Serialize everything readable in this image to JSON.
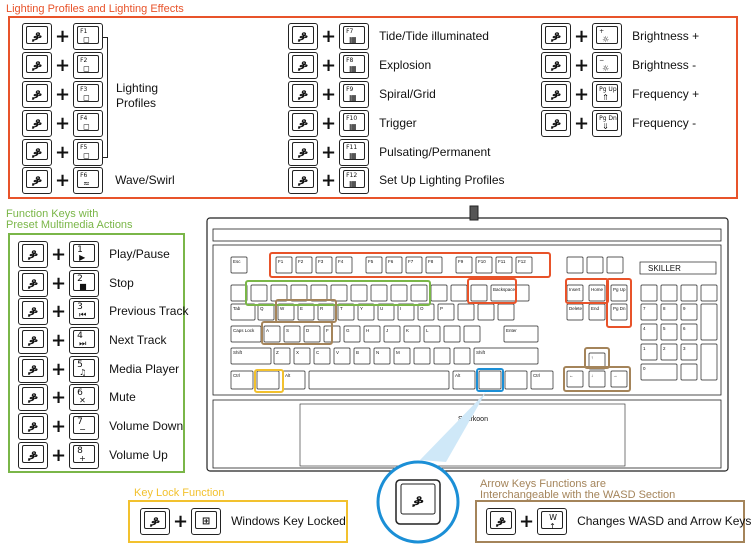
{
  "lighting": {
    "title": "Lighting Profiles and Lighting Effects",
    "profile_keys": [
      "F1",
      "F2",
      "F3",
      "F4",
      "F5"
    ],
    "profiles_label_1": "Lighting",
    "profiles_label_2": "Profiles",
    "wave_key": "F6",
    "wave_label": "Wave/Swirl",
    "effects": [
      {
        "key": "F7",
        "label": "Tide/Tide illuminated"
      },
      {
        "key": "F8",
        "label": "Explosion"
      },
      {
        "key": "F9",
        "label": "Spiral/Grid"
      },
      {
        "key": "F10",
        "label": "Trigger"
      },
      {
        "key": "F11",
        "label": "Pulsating/Permanent"
      },
      {
        "key": "F12",
        "label": "Set Up Lighting Profiles"
      }
    ],
    "adjust": [
      {
        "key": "+",
        "label": "Brightness +"
      },
      {
        "key": "−",
        "label": "Brightness -"
      },
      {
        "key": "Pg Up",
        "label": "Frequency +"
      },
      {
        "key": "Pg Dn",
        "label": "Frequency -"
      }
    ]
  },
  "function_keys": {
    "title_line1": "Function Keys with",
    "title_line2": "Preset Multimedia Actions",
    "items": [
      {
        "key": "1",
        "label": "Play/Pause"
      },
      {
        "key": "2",
        "label": "Stop"
      },
      {
        "key": "3",
        "label": "Previous Track"
      },
      {
        "key": "4",
        "label": "Next Track"
      },
      {
        "key": "5",
        "label": "Media Player"
      },
      {
        "key": "6",
        "label": "Mute"
      },
      {
        "key": "7",
        "label": "Volume Down"
      },
      {
        "key": "8",
        "label": "Volume Up"
      }
    ]
  },
  "key_lock": {
    "title": "Key Lock Function",
    "label": "Windows Key Locked"
  },
  "arrow_keys": {
    "title_line1": "Arrow Keys Functions are",
    "title_line2": "Interchangeable with the WASD Section",
    "key": "W",
    "label": "Changes WASD and Arrow Keys"
  },
  "keyboard": {
    "brand": "Sharkoon",
    "model": "SKILLER",
    "keys": {
      "esc": "Esc",
      "tab": "Tab",
      "caps": "Caps Lock",
      "shift": "Shift",
      "ctrl": "Ctrl",
      "alt": "Alt",
      "backspace": "Backspace",
      "enter": "Enter",
      "insert": "Insert",
      "home": "Home",
      "pgup": "Pg Up",
      "delete": "Delete",
      "end": "End",
      "pgdn": "Pg Dn",
      "q": "Q",
      "w": "W",
      "e": "E",
      "r": "R",
      "t": "T",
      "y": "Y",
      "u": "U",
      "i": "I",
      "o": "O",
      "p": "P",
      "a": "A",
      "s": "S",
      "d": "D",
      "f": "F",
      "g": "G",
      "h": "H",
      "j": "J",
      "k": "K",
      "l": "L",
      "z": "Z",
      "x": "X",
      "c": "C",
      "v": "V",
      "b": "B",
      "n": "N",
      "m": "M",
      "num": [
        "7",
        "8",
        "9",
        "4",
        "5",
        "6",
        "1",
        "2",
        "3",
        "0"
      ]
    }
  },
  "colors": {
    "lighting": "#e8532a",
    "function": "#7ab648",
    "keylock": "#f2c12e",
    "arrows": "#a4845a",
    "fn_highlight": "#1b8fd6"
  }
}
